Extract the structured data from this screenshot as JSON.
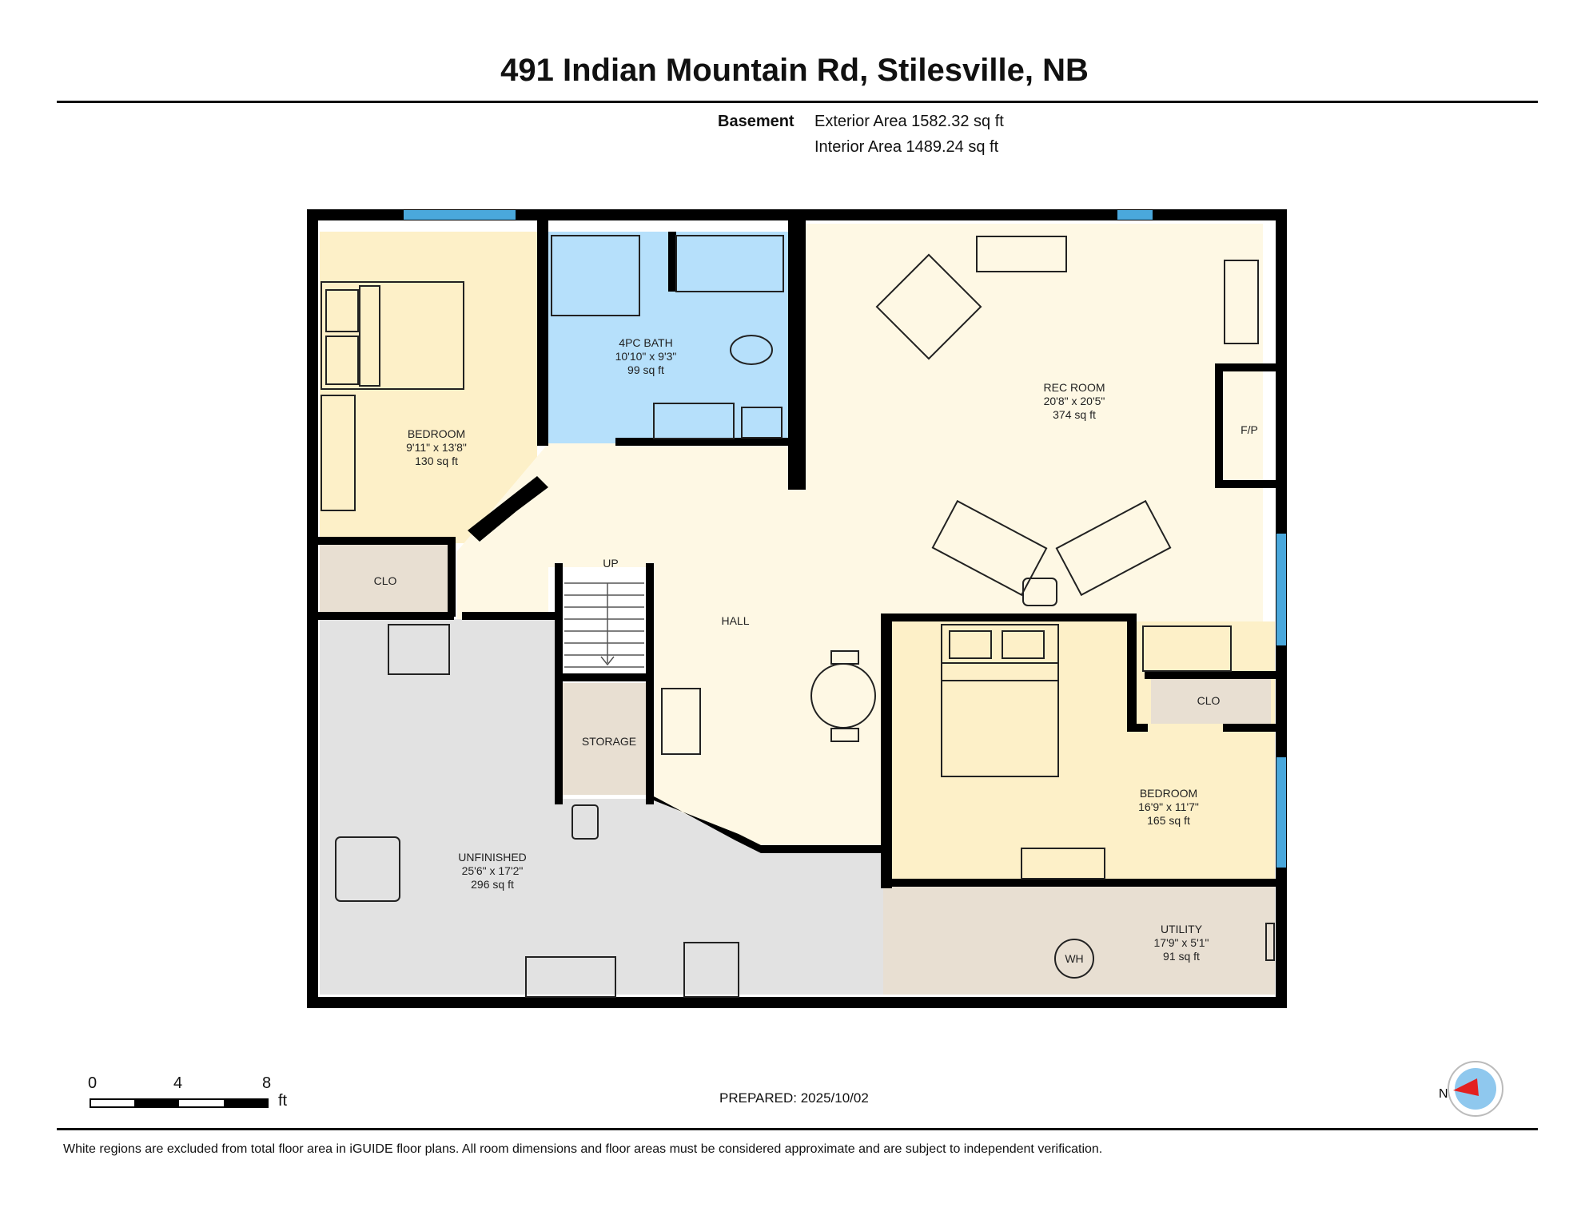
{
  "header": {
    "title": "491 Indian Mountain Rd, Stilesville, NB",
    "level": "Basement",
    "exterior_area": "Exterior Area 1582.32 sq ft",
    "interior_area": "Interior Area 1489.24 sq ft"
  },
  "rooms": {
    "bedroom_left": {
      "name": "BEDROOM",
      "dims": "9'11\" x 13'8\"",
      "area": "130 sq ft"
    },
    "bath": {
      "name": "4PC BATH",
      "dims": "10'10\" x 9'3\"",
      "area": "99 sq ft"
    },
    "rec_room": {
      "name": "REC ROOM",
      "dims": "20'8\" x 20'5\"",
      "area": "374 sq ft"
    },
    "fireplace": {
      "name": "F/P"
    },
    "clo_left": {
      "name": "CLO"
    },
    "hall": {
      "name": "HALL"
    },
    "stairs": {
      "name": "UP"
    },
    "storage": {
      "name": "STORAGE"
    },
    "clo_right": {
      "name": "CLO"
    },
    "bedroom_right": {
      "name": "BEDROOM",
      "dims": "16'9\" x 11'7\"",
      "area": "165 sq ft"
    },
    "unfinished": {
      "name": "UNFINISHED",
      "dims": "25'6\" x 17'2\"",
      "area": "296 sq ft"
    },
    "utility": {
      "name": "UTILITY",
      "dims": "17'9\" x 5'1\"",
      "area": "91 sq ft"
    },
    "water_heater": {
      "name": "WH"
    }
  },
  "scale_bar": {
    "ticks": [
      "0",
      "4",
      "8"
    ],
    "unit": "ft"
  },
  "compass": {
    "label": "N"
  },
  "prepared": "PREPARED: 2025/10/02",
  "footer": "White regions are excluded from total floor area in iGUIDE floor plans. All room dimensions and floor areas must be considered approximate and are subject to independent verification.",
  "colors": {
    "wall": "#000000",
    "bedroom": "#fdf0c8",
    "bath": "#b6e0fb",
    "hall": "#fef8e4",
    "closet": "#e8dfd2",
    "unfinished": "#e2e2e2",
    "window": "#4aa8dc",
    "compass_red": "#e32020",
    "compass_blue": "#8fc8ee"
  }
}
